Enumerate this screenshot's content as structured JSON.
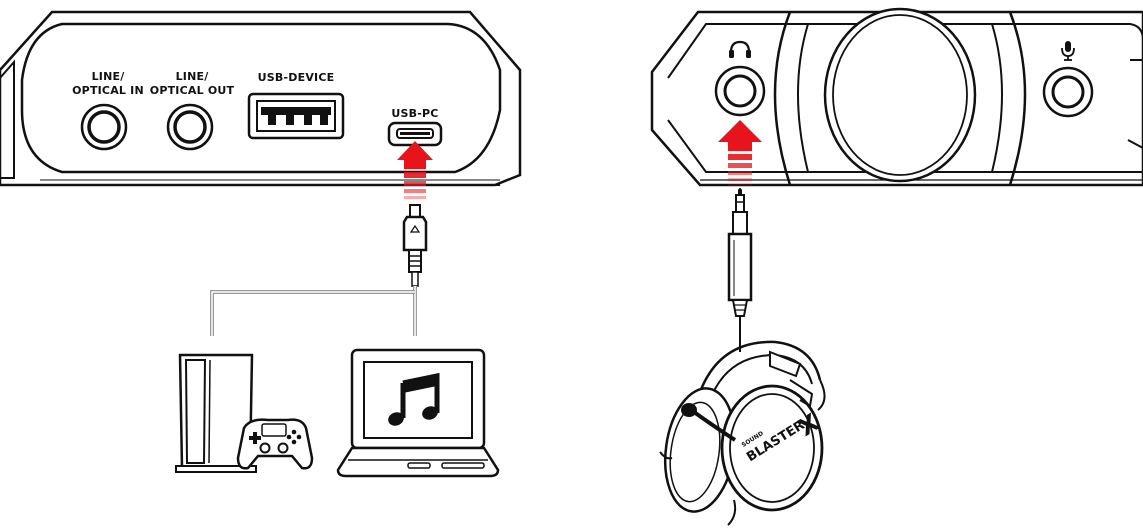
{
  "rear_panel": {
    "ports": [
      {
        "line1": "LINE/",
        "line2": "OPTICAL IN"
      },
      {
        "line1": "LINE/",
        "line2": "OPTICAL OUT"
      },
      {
        "line1": "USB-DEVICE",
        "line2": ""
      },
      {
        "line1": "USB-PC",
        "line2": ""
      }
    ]
  },
  "front_panel": {
    "headphone_icon": "headphone-icon",
    "mic_icon": "microphone-icon"
  },
  "headset_branding": {
    "small": "SOUND",
    "main": "BLASTER",
    "mark": "X"
  },
  "colors": {
    "arrow": "#e8141c",
    "line": "#111111",
    "cable": "#9a9a9a"
  }
}
